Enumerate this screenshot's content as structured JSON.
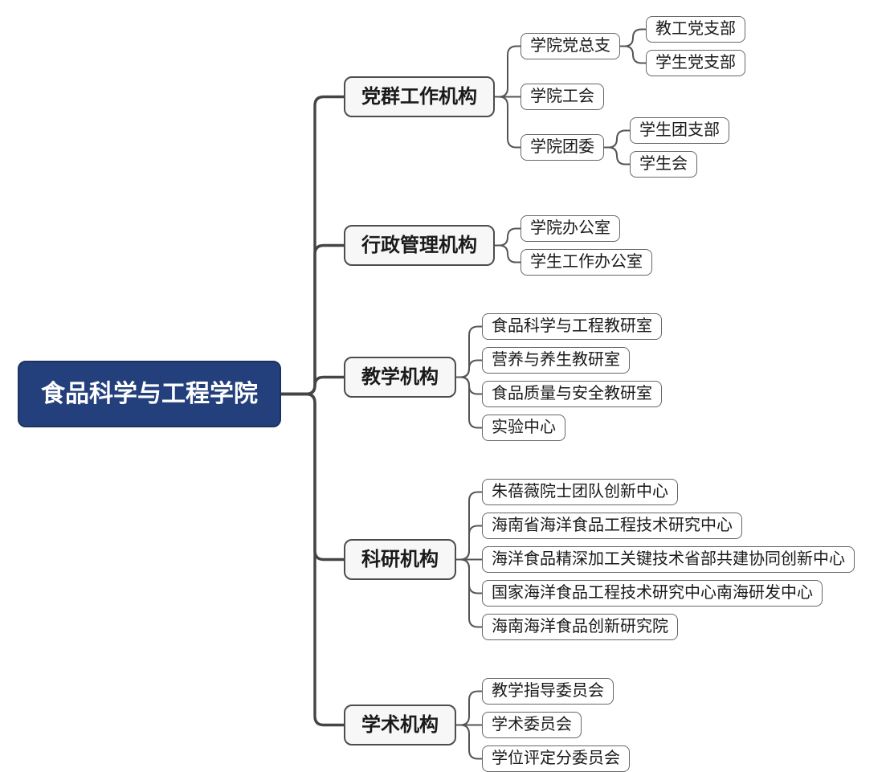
{
  "colors": {
    "root_bg": "#24407C",
    "root_text": "#FFFFFF",
    "branch_bg": "#F7F7F7",
    "branch_border": "#4D4D4D",
    "leaf_bg": "#FFFFFF",
    "leaf_border": "#666666",
    "text": "#1A1A1A",
    "connector": "#4A4A4A"
  },
  "tree": {
    "label": "食品科学与工程学院",
    "children": [
      {
        "label": "党群工作机构",
        "children": [
          {
            "label": "学院党总支",
            "children": [
              {
                "label": "教工党支部"
              },
              {
                "label": "学生党支部"
              }
            ]
          },
          {
            "label": "学院工会"
          },
          {
            "label": "学院团委",
            "children": [
              {
                "label": "学生团支部"
              },
              {
                "label": "学生会"
              }
            ]
          }
        ]
      },
      {
        "label": "行政管理机构",
        "children": [
          {
            "label": "学院办公室"
          },
          {
            "label": "学生工作办公室"
          }
        ]
      },
      {
        "label": "教学机构",
        "children": [
          {
            "label": "食品科学与工程教研室"
          },
          {
            "label": "营养与养生教研室"
          },
          {
            "label": "食品质量与安全教研室"
          },
          {
            "label": "实验中心"
          }
        ]
      },
      {
        "label": "科研机构",
        "children": [
          {
            "label": "朱蓓薇院士团队创新中心"
          },
          {
            "label": "海南省海洋食品工程技术研究中心"
          },
          {
            "label": "海洋食品精深加工关键技术省部共建协同创新中心"
          },
          {
            "label": "国家海洋食品工程技术研究中心南海研发中心"
          },
          {
            "label": "海南海洋食品创新研究院"
          }
        ]
      },
      {
        "label": "学术机构",
        "children": [
          {
            "label": "教学指导委员会"
          },
          {
            "label": "学术委员会"
          },
          {
            "label": "学位评定分委员会"
          }
        ]
      }
    ]
  }
}
